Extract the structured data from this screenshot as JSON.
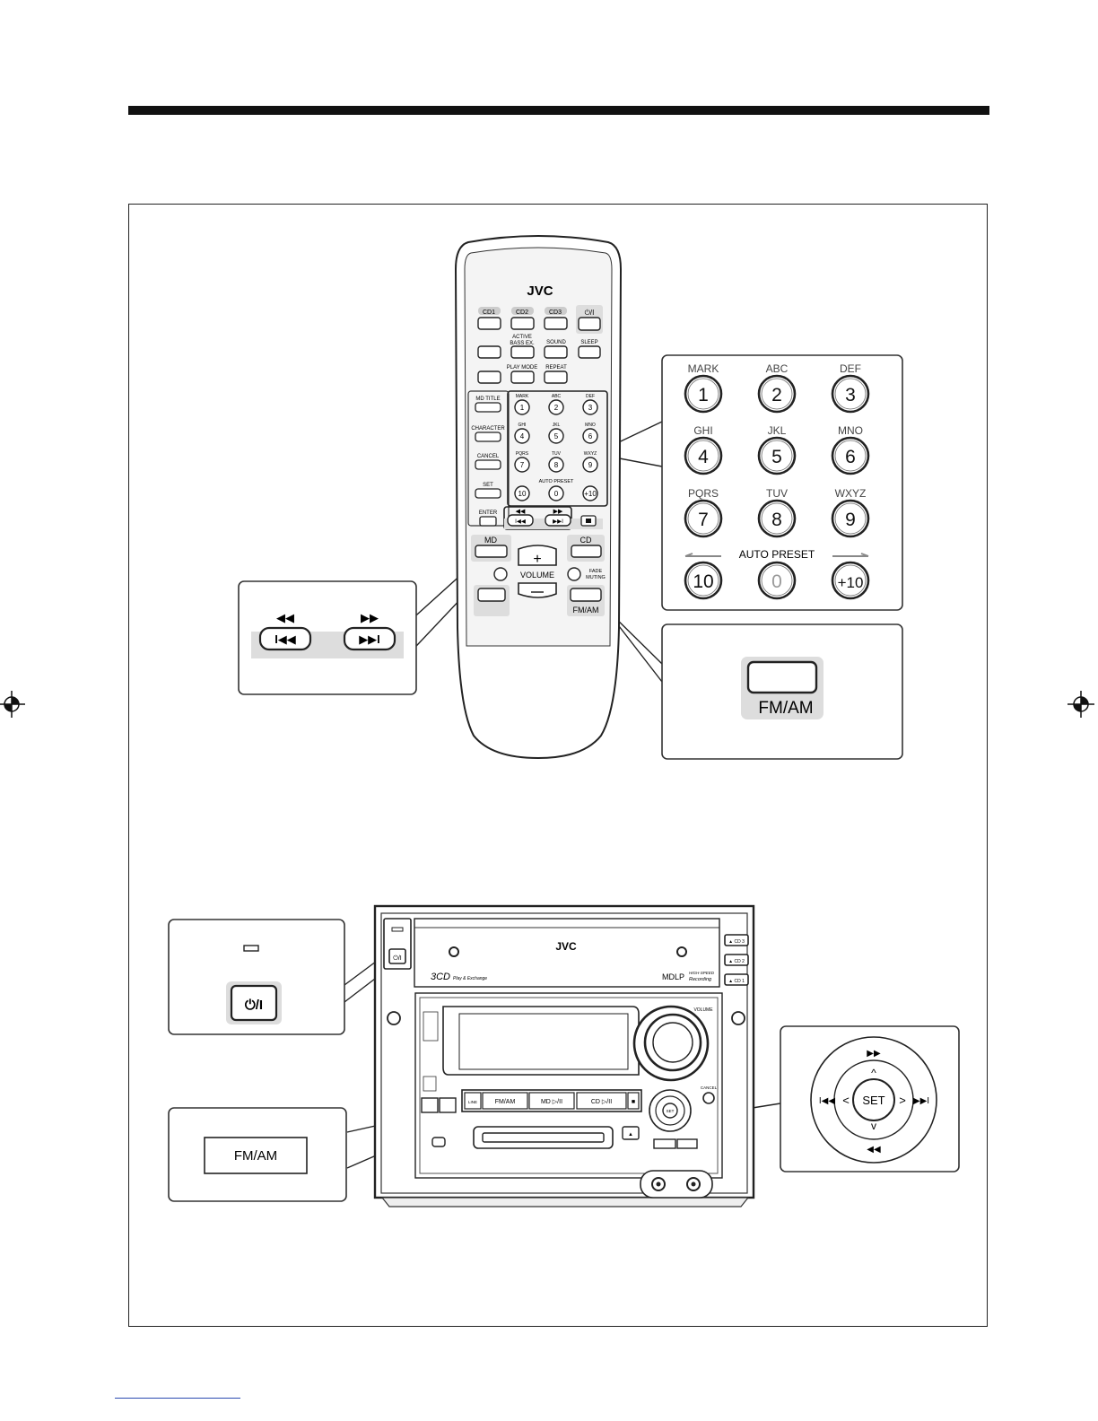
{
  "remote": {
    "brand": "JVC",
    "cd_buttons": [
      "CD1",
      "CD2",
      "CD3"
    ],
    "power_label": "⏻/I",
    "labels": {
      "active_bass": [
        "ACTIVE",
        "BASS EX."
      ],
      "sound": "SOUND",
      "sleep": "SLEEP",
      "play_mode": "PLAY MODE",
      "repeat": "REPEAT",
      "md_title": "MD TITLE",
      "character": "CHARACTER",
      "cancel": "CANCEL",
      "set": "SET",
      "enter": "ENTER",
      "md": "MD",
      "cd": "CD",
      "volume": "VOLUME",
      "fade_muting": [
        "FADE",
        "MUTING"
      ],
      "fm_am": "FM/AM",
      "auto_preset": "AUTO PRESET"
    },
    "keys": [
      {
        "letters": "MARK",
        "num": "1"
      },
      {
        "letters": "ABC",
        "num": "2"
      },
      {
        "letters": "DEF",
        "num": "3"
      },
      {
        "letters": "GHI",
        "num": "4"
      },
      {
        "letters": "JKL",
        "num": "5"
      },
      {
        "letters": "MNO",
        "num": "6"
      },
      {
        "letters": "PQRS",
        "num": "7"
      },
      {
        "letters": "TUV",
        "num": "8"
      },
      {
        "letters": "WXYZ",
        "num": "9"
      },
      {
        "letters": "",
        "num": "10"
      },
      {
        "letters": "",
        "num": "0"
      },
      {
        "letters": "",
        "num": "+10"
      }
    ]
  },
  "callouts": {
    "skip": {
      "rew": "◀◀",
      "ff": "▶▶",
      "prev": "I◀◀",
      "next": "▶▶I"
    },
    "fm_am": "FM/AM",
    "unit_power": "⏻/I",
    "unit_fm_am": "FM/AM",
    "dial": {
      "set": "SET",
      "up": "▶▶",
      "down": "◀◀",
      "left": "I◀◀",
      "right": "▶▶I",
      "chev_up": "^",
      "chev_down": "v",
      "chev_left": "<",
      "chev_right": ">"
    }
  },
  "unit": {
    "brand": "JVC",
    "cd_text": "3CD",
    "cd_sub": "Play & Exchange",
    "mdlp": "MDLP",
    "mdlp_sub": [
      "HIGH-SPEED",
      "Recording"
    ],
    "tray_labels": [
      "▲ CD 3",
      "▲ CD 2",
      "▲ CD 1"
    ],
    "volume": "VOLUME",
    "cancel": "CANCEL",
    "set": "SET",
    "src_buttons": [
      "LINE",
      "FM/AM",
      "MD ▷/II",
      "CD ▷/II",
      "■"
    ],
    "power": "⏻/I"
  }
}
